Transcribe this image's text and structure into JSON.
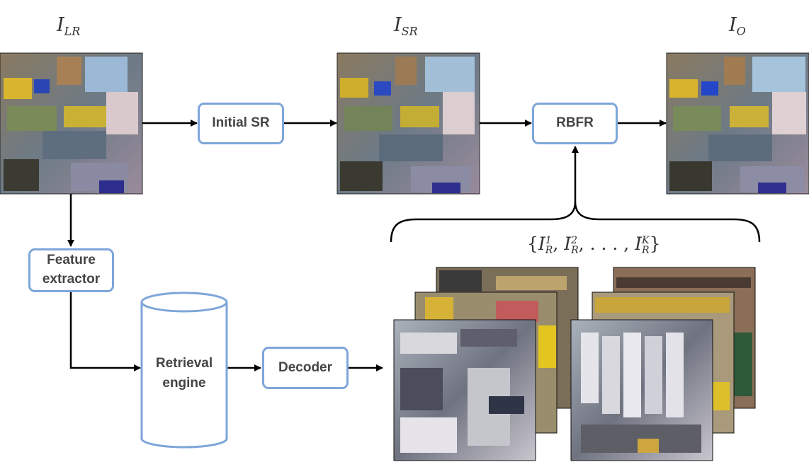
{
  "labels": {
    "lr": {
      "base": "I",
      "sub": "LR"
    },
    "sr": {
      "base": "I",
      "sub": "SR"
    },
    "out": {
      "base": "I",
      "sub": "O"
    },
    "retrieved": {
      "open": "{",
      "base": "I",
      "sub": "R",
      "s1": "1",
      "s2": "2",
      "sk": "K",
      "ellipsis": ", . . . , ",
      "close": "}"
    }
  },
  "boxes": {
    "initial_sr": "Initial SR",
    "rbfr": "RBFR",
    "feature_extractor_line1": "Feature",
    "feature_extractor_line2": "extractor",
    "decoder": "Decoder",
    "retrieval_line1": "Retrieval",
    "retrieval_line2": "engine"
  },
  "colors": {
    "box_border": "#7ea6d9",
    "text": "#444444",
    "arrow": "#000000"
  }
}
